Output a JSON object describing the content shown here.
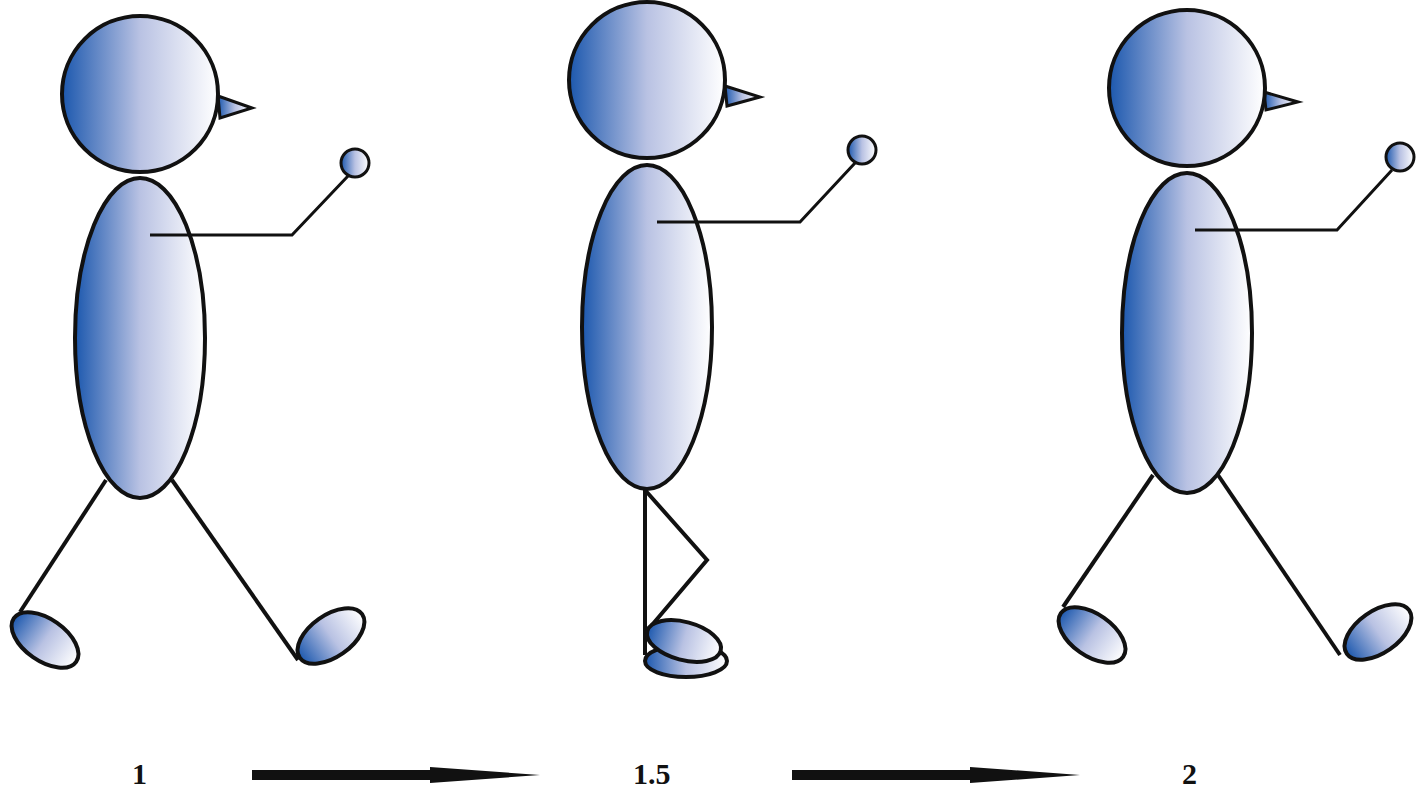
{
  "diagram": {
    "labels": [
      "1",
      "1.5",
      "2"
    ]
  }
}
